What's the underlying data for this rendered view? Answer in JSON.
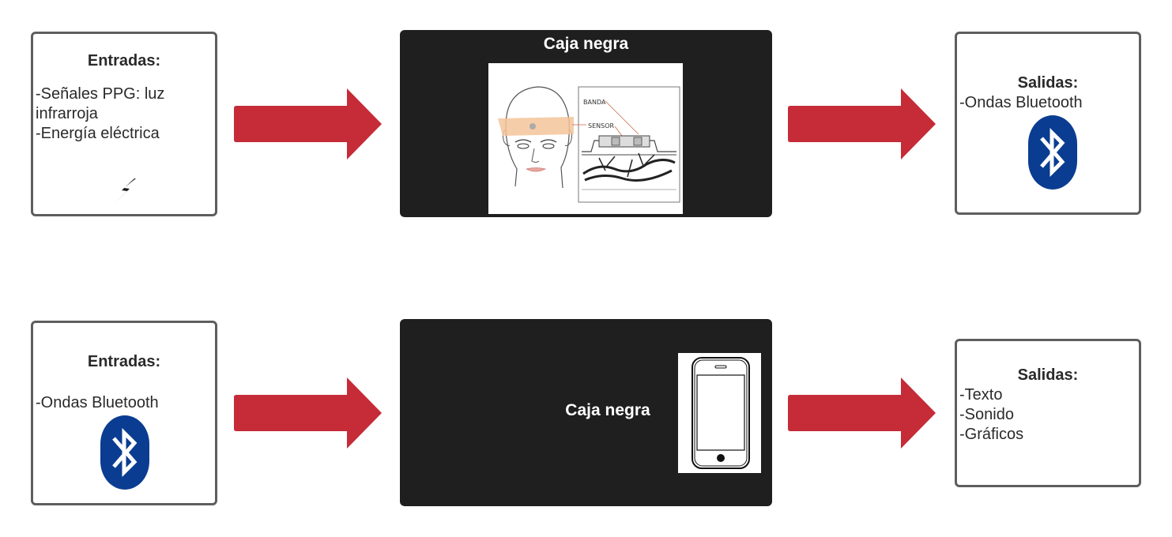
{
  "row1": {
    "inputs": {
      "title": "Entradas:",
      "lines": [
        "-Señales PPG: luz",
        "infrarroja",
        "-Energía eléctrica"
      ],
      "icon": "lightning-icon"
    },
    "blackbox": {
      "title": "Caja negra",
      "illustration_labels": [
        "BANDA",
        "SENSOR"
      ]
    },
    "outputs": {
      "title": "Salidas:",
      "lines": [
        "-Ondas Bluetooth"
      ],
      "icon": "bluetooth-icon"
    }
  },
  "row2": {
    "inputs": {
      "title": "Entradas:",
      "lines": [
        "-Ondas Bluetooth"
      ],
      "icon": "bluetooth-icon"
    },
    "blackbox": {
      "title": "Caja negra",
      "icon": "smartphone-icon"
    },
    "outputs": {
      "title": "Salidas:",
      "lines": [
        "-Texto",
        "-Sonido",
        "-Gráficos"
      ]
    }
  },
  "colors": {
    "arrow": "#c62b38",
    "blackbox": "#1f1f1f",
    "bluetooth": "#0a3d91",
    "border": "#5e5e5e"
  }
}
